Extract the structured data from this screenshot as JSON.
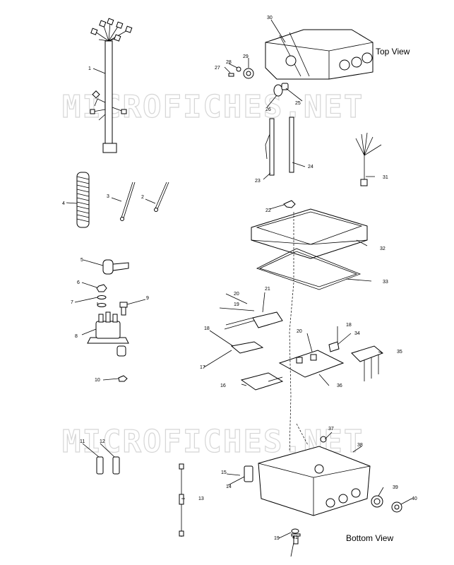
{
  "view_labels": {
    "top": "Top View",
    "bottom": "Bottom View"
  },
  "watermark": "MICROFICHES.NET",
  "callouts": [
    "1",
    "2",
    "3",
    "4",
    "5",
    "6",
    "7",
    "8",
    "9",
    "10",
    "11",
    "12",
    "13",
    "14",
    "15",
    "16",
    "17",
    "18",
    "19",
    "20",
    "21",
    "22",
    "23",
    "24",
    "25",
    "26",
    "27",
    "28",
    "29",
    "30",
    "31",
    "32",
    "33",
    "34",
    "35",
    "36",
    "37",
    "38",
    "39",
    "40",
    "41"
  ]
}
